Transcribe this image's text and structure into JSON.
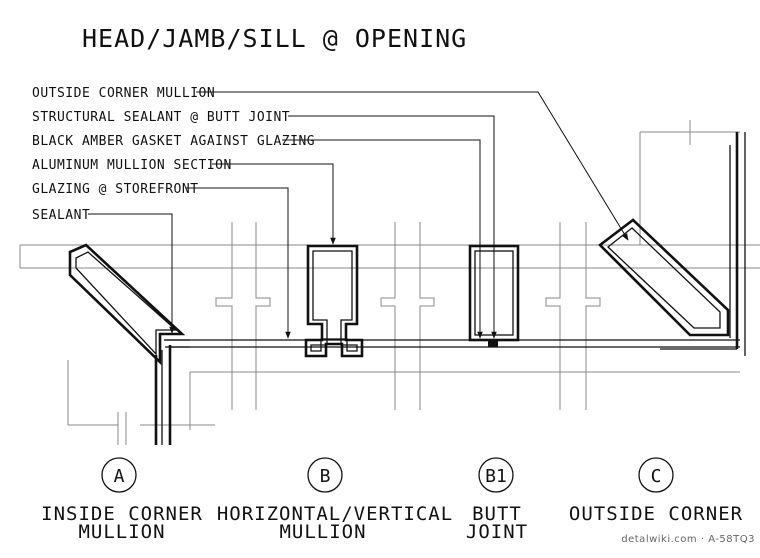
{
  "title": "HEAD/JAMB/SILL @ OPENING",
  "callouts": [
    "OUTSIDE CORNER MULLION",
    "STRUCTURAL SEALANT @ BUTT JOINT",
    "BLACK AMBER GASKET AGAINST GLAZING",
    "ALUMINUM MULLION SECTION",
    "GLAZING @ STOREFRONT",
    "SEALANT"
  ],
  "details": [
    {
      "tag": "A",
      "caption_line1": "INSIDE CORNER",
      "caption_line2": "MULLION"
    },
    {
      "tag": "B",
      "caption_line1": "HORIZONTAL/VERTICAL",
      "caption_line2": "MULLION"
    },
    {
      "tag": "B1",
      "caption_line1": "BUTT",
      "caption_line2": "JOINT"
    },
    {
      "tag": "C",
      "caption_line1": "OUTSIDE CORNER",
      "caption_line2": ""
    }
  ],
  "credit": "detalwiki.com · A-58TQ3"
}
